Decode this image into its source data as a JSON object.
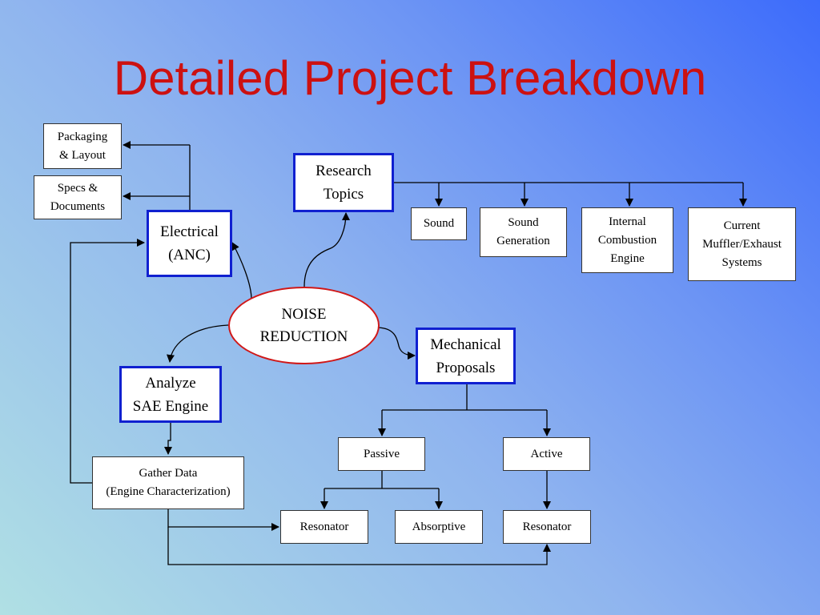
{
  "title": "Detailed Project Breakdown",
  "center_node": "NOISE\nREDUCTION",
  "nodes": {
    "research_topics": "Research\nTopics",
    "electrical": "Electrical\n(ANC)",
    "mechanical": "Mechanical\nProposals",
    "analyze": "Analyze\nSAE Engine",
    "packaging": "Packaging\n& Layout",
    "specs": "Specs &\nDocuments",
    "sound": "Sound",
    "sound_generation": "Sound\nGeneration",
    "internal_combustion": "Internal\nCombustion\nEngine",
    "current_muffler": "Current\nMuffler/Exhaust\nSystems",
    "gather_data": "Gather Data\n(Engine Characterization)",
    "passive": "Passive",
    "active": "Active",
    "resonator_passive": "Resonator",
    "absorptive": "Absorptive",
    "resonator_active": "Resonator"
  },
  "colors": {
    "title": "#cc1111",
    "primary_border": "#1020d0",
    "center_border": "#d01818",
    "connector": "#000000"
  }
}
